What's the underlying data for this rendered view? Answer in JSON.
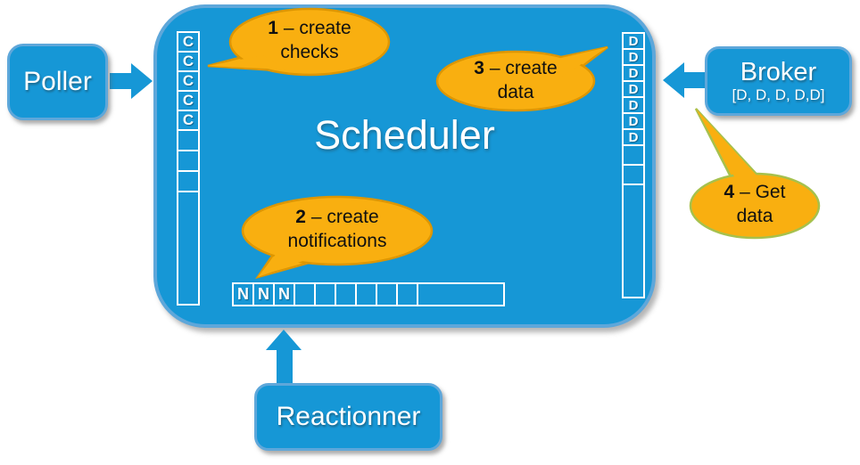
{
  "colors": {
    "blue": "#1697d6",
    "blue_border": "#5ea7da",
    "bubble_fill": "#f9af10",
    "bubble_border": "#dd9600",
    "bubble4_border": "#a6c14d"
  },
  "scheduler": {
    "title": "Scheduler",
    "checks_queue": [
      "C",
      "C",
      "C",
      "C",
      "C",
      "",
      "",
      "",
      ""
    ],
    "data_queue": [
      "D",
      "D",
      "D",
      "D",
      "D",
      "D",
      "D",
      "",
      "",
      ""
    ],
    "notifications_queue": [
      "N",
      "N",
      "N",
      "",
      "",
      "",
      "",
      "",
      "",
      ""
    ]
  },
  "nodes": {
    "poller": {
      "label": "Poller"
    },
    "broker": {
      "label": "Broker",
      "sublabel": "[D, D, D, D,D]"
    },
    "reactionner": {
      "label": "Reactionner"
    }
  },
  "callouts": [
    {
      "number": "1",
      "text": "– create\nchecks"
    },
    {
      "number": "2",
      "text": "– create\nnotifications"
    },
    {
      "number": "3",
      "text": "– create\ndata"
    },
    {
      "number": "4",
      "text": "– Get\ndata"
    }
  ]
}
